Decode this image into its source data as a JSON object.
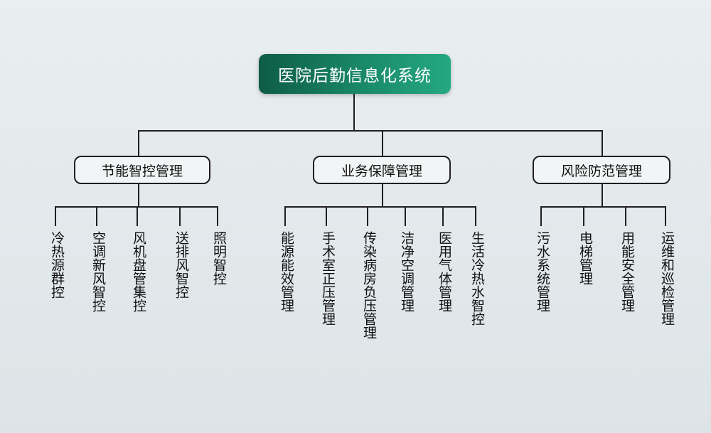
{
  "root": {
    "label": "医院后勤信息化系统"
  },
  "branches": [
    {
      "label": "节能智控管理",
      "items": [
        "冷热源群控",
        "空调新风智控",
        "风机盘管集控",
        "送排风智控",
        "照明智控"
      ]
    },
    {
      "label": "业务保障管理",
      "items": [
        "能源能效管理",
        "手术室正压管理",
        "传染病房负压管理",
        "洁净空调管理",
        "医用气体管理",
        "生活冷热水智控"
      ]
    },
    {
      "label": "风险防范管理",
      "items": [
        "污水系统管理",
        "电梯管理",
        "用能安全管理",
        "运维和巡检管理"
      ]
    }
  ],
  "colors": {
    "root_gradient_start": "#0e5c45",
    "root_gradient_end": "#25a883",
    "line": "#1f1f1f",
    "background": "#e9eef0"
  }
}
